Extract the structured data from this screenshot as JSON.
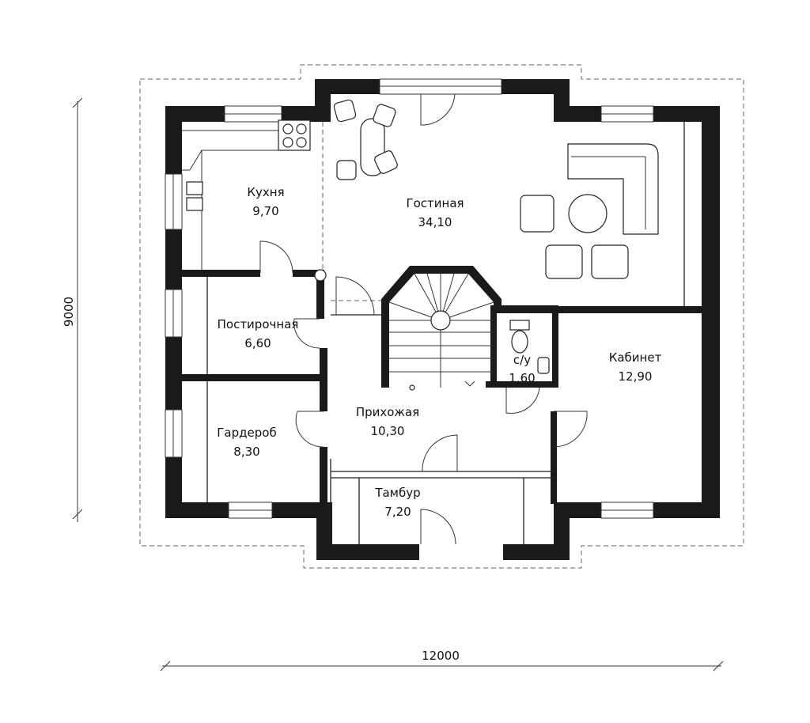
{
  "rooms": {
    "kitchen": {
      "name": "Кухня",
      "area": "9,70"
    },
    "living": {
      "name": "Гостиная",
      "area": "34,10"
    },
    "laundry": {
      "name": "Постирочная",
      "area": "6,60"
    },
    "wardrobe": {
      "name": "Гардероб",
      "area": "8,30"
    },
    "hall": {
      "name": "Прихожая",
      "area": "10,30"
    },
    "vestibule": {
      "name": "Тамбур",
      "area": "7,20"
    },
    "wc": {
      "name": "с/у",
      "area": "1,60"
    },
    "office": {
      "name": "Кабинет",
      "area": "12,90"
    }
  },
  "dimensions": {
    "width": "12000",
    "height": "9000"
  }
}
